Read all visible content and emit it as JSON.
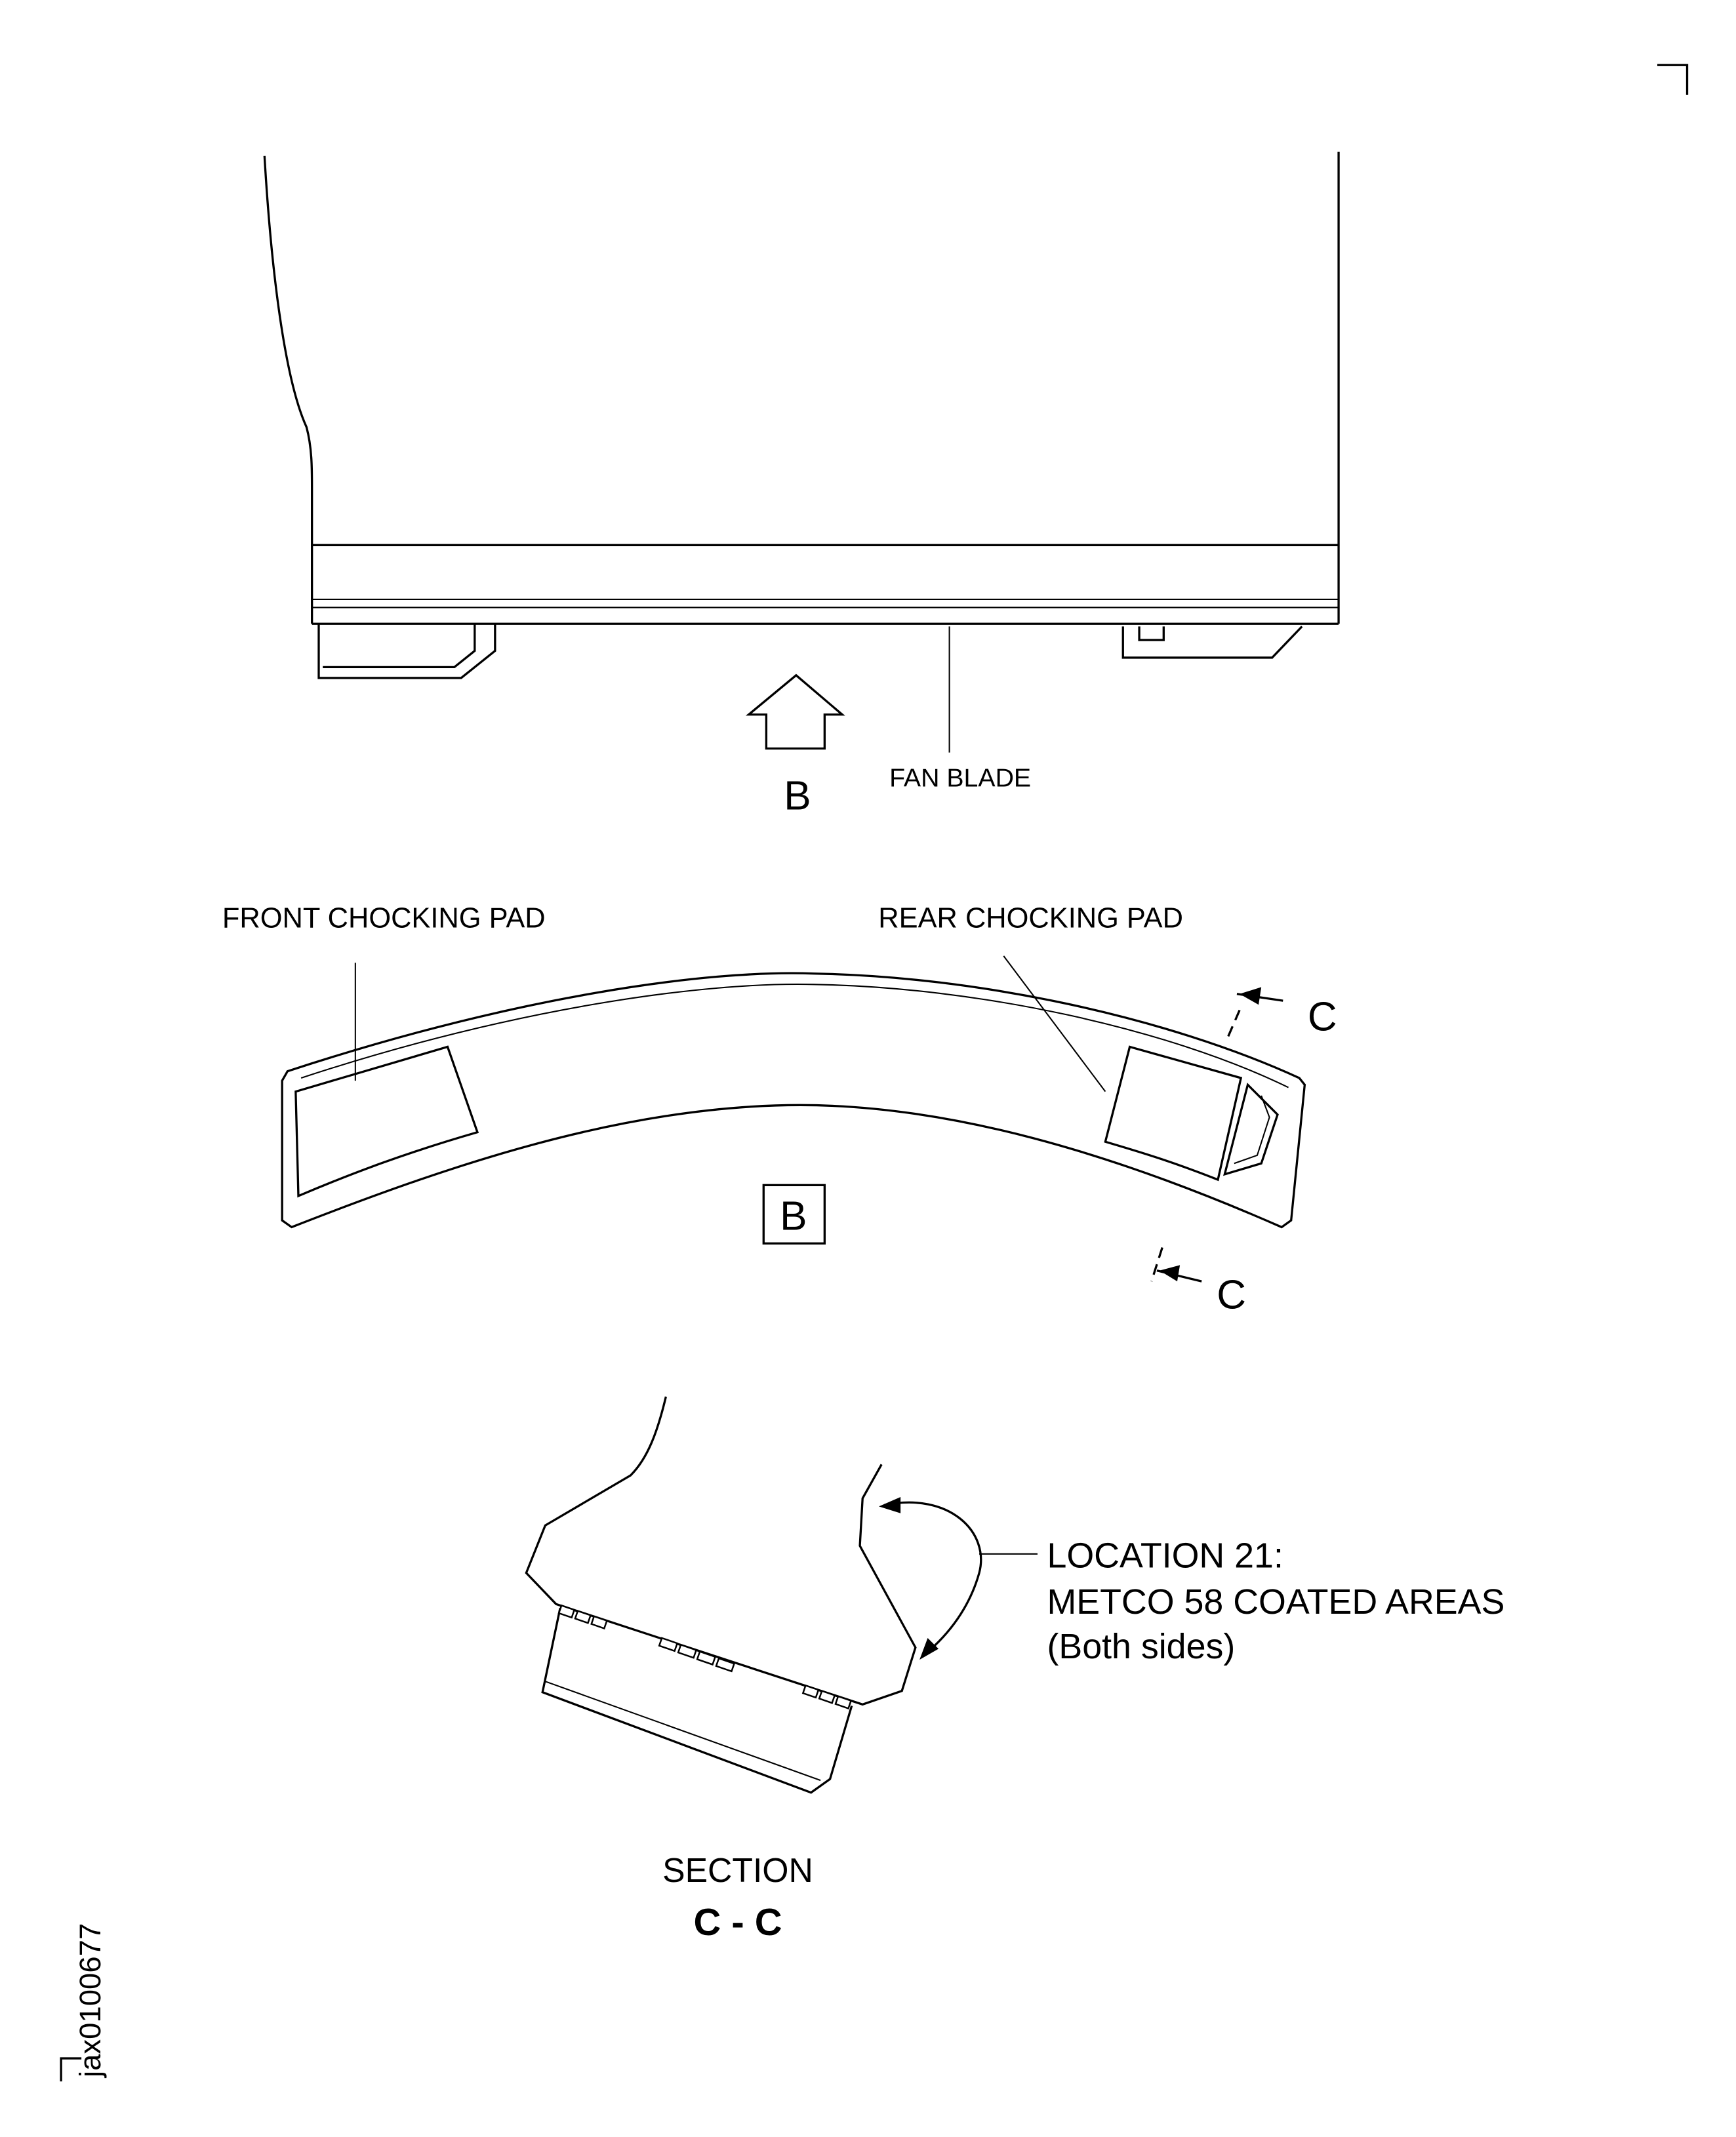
{
  "view_top": {
    "view_arrow_label": "B",
    "fan_blade_label": "FAN BLADE"
  },
  "view_b": {
    "front_pad_label": "FRONT CHOCKING PAD",
    "rear_pad_label": "REAR CHOCKING PAD",
    "section_mark_top": "C",
    "section_mark_bottom": "C",
    "view_tag": "B"
  },
  "section_cc": {
    "callout_line1": "LOCATION 21:",
    "callout_line2": "METCO 58 COATED AREAS",
    "callout_line3": "(Both sides)",
    "title_line1": "SECTION",
    "title_line2": "C - C"
  },
  "figure_id": "jax0100677"
}
